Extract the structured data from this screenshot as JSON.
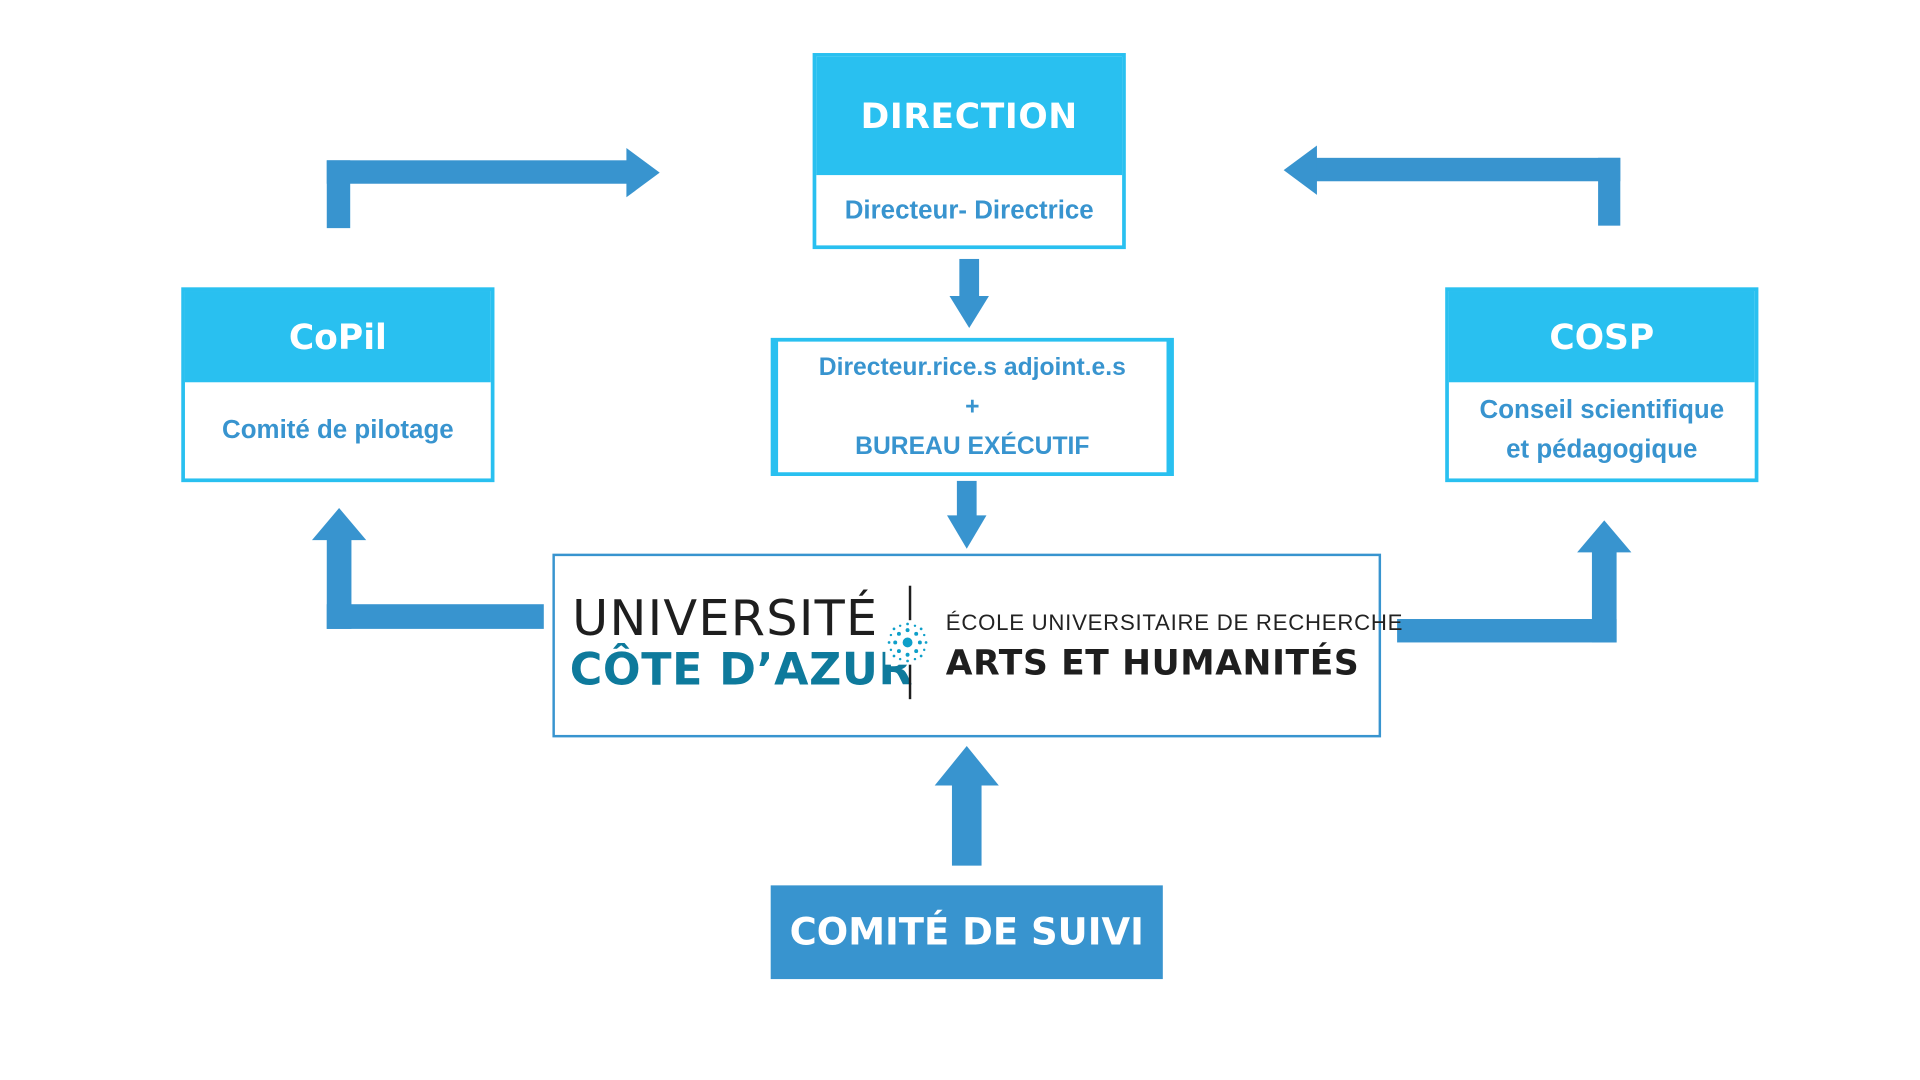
{
  "colors": {
    "header_fill": "#29c0f0",
    "arrow_fill": "#3894cf",
    "body_text": "#3894cf",
    "uni_teal": "#0e7a9c",
    "dark_text": "#1e1e1e"
  },
  "direction": {
    "title": "DIRECTION",
    "subtitle": "Directeur- Directrice"
  },
  "adjoints": {
    "line1": "Directeur.rice.s adjoint.e.s",
    "line2": "+",
    "line3": "BUREAU EXÉCUTIF"
  },
  "copil": {
    "title": "CoPil",
    "subtitle": "Comité de pilotage"
  },
  "cosp": {
    "title": "COSP",
    "subtitle_line1": "Conseil scientifique",
    "subtitle_line2": "et pédagogique"
  },
  "logo": {
    "university_line1": "UNIVERSITÉ",
    "university_line2": "CÔTE D’AZUR",
    "school_line1": "ÉCOLE UNIVERSITAIRE DE RECHERCHE",
    "school_line2": "ARTS ET HUMANITÉS"
  },
  "suivi": {
    "title": "COMITÉ DE SUIVI"
  }
}
